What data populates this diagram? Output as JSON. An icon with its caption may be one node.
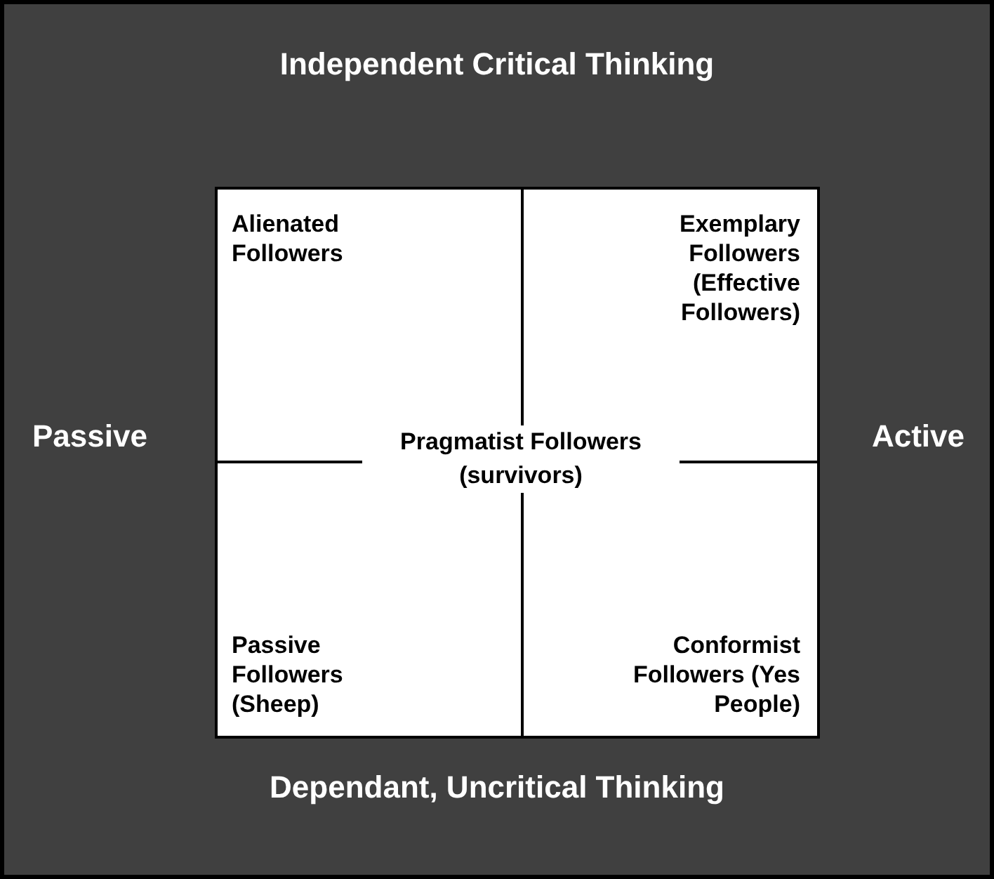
{
  "diagram": {
    "nodes": [
      {
        "text": [
          "Alienated Followers"
        ]
      },
      {
        "text": [
          "Exemplary Followers (Effective Followers)"
        ]
      },
      {
        "text": [
          "Passive Followers (Sheep)"
        ]
      },
      {
        "text": [
          "Conformist Followers (Yes People)"
        ]
      }
    ],
    "labels": [
      "Independent Critical Thinking",
      "Passive",
      "Pragmatist Followers (survivors)",
      "Active",
      "Dependant, Uncritical Thinking"
    ]
  }
}
